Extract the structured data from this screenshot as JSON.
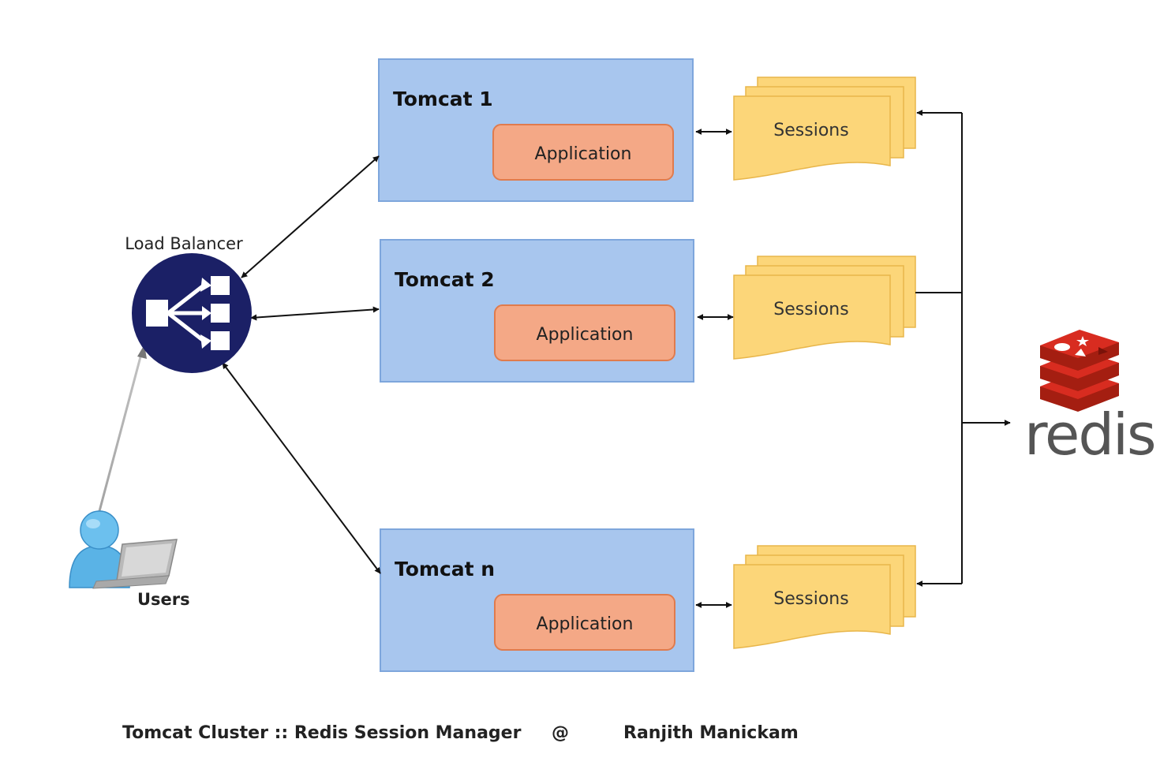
{
  "tomcats": [
    {
      "title": "Tomcat 1",
      "app": "Application",
      "sessions": "Sessions"
    },
    {
      "title": "Tomcat 2",
      "app": "Application",
      "sessions": "Sessions"
    },
    {
      "title": "Tomcat n",
      "app": "Application",
      "sessions": "Sessions"
    }
  ],
  "load_balancer": {
    "label": "Load Balancer"
  },
  "users": {
    "label": "Users"
  },
  "redis": {
    "label": "redis"
  },
  "footer": {
    "title": "Tomcat Cluster :: Redis Session Manager",
    "at": "@",
    "author": "Ranjith Manickam"
  },
  "colors": {
    "tomcat_fill": "#a8c6ee",
    "tomcat_stroke": "#7ea6dc",
    "app_fill": "#f4a886",
    "app_stroke": "#e07b4d",
    "session_fill": "#fcd679",
    "session_stroke": "#e8b64a",
    "load_balancer": "#1b2066",
    "redis_red": "#d82c20",
    "redis_dark": "#a41e11",
    "user_blue": "#5ab3e6"
  }
}
